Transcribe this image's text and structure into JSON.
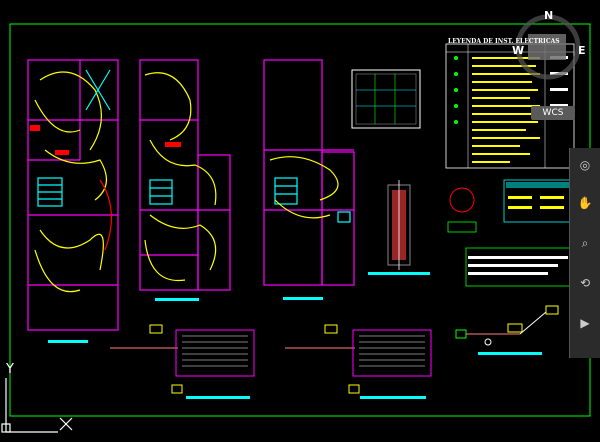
{
  "viewcube": {
    "north": "N",
    "west": "W",
    "east": "E",
    "wcs_label": "WCS"
  },
  "ucs": {
    "x_label": "X",
    "y_label": "Y"
  },
  "legend": {
    "title": "LEYENDA DE INST. ELECTRICAS"
  },
  "colors": {
    "background": "#000000",
    "border": "#00ff00",
    "walls": "#ff00ff",
    "circuits": "#ffff00",
    "fixtures": "#00ffff",
    "accent_red": "#ff0000",
    "text": "#ffffff"
  },
  "navbar": {
    "icons": [
      "steering-wheel-icon",
      "pan-icon",
      "zoom-icon",
      "orbit-icon",
      "showmotion-icon"
    ]
  }
}
